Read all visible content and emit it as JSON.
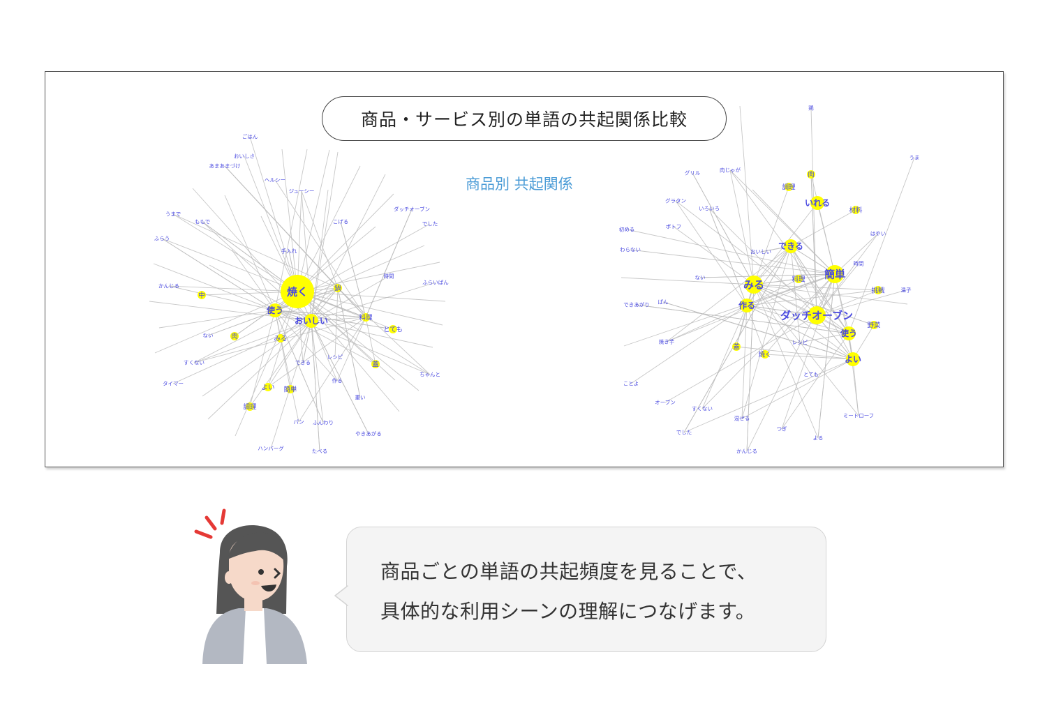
{
  "title": "商品・サービス別の単語の共起関係比較",
  "subtitle": "商品別 共起関係",
  "colors": {
    "node": "#ffff00",
    "label": "#4a4ae0",
    "edge": "#bdbdbd",
    "subtitle": "#4a9bd6"
  },
  "left_network": {
    "nodes": [
      {
        "id": "焼く",
        "size": 3
      },
      {
        "id": "おいしい",
        "size": 2
      },
      {
        "id": "使う",
        "size": 2
      },
      {
        "id": "鍋",
        "size": 1
      },
      {
        "id": "料理",
        "size": 1
      },
      {
        "id": "みる",
        "size": 1
      },
      {
        "id": "簡単",
        "size": 1
      },
      {
        "id": "肉",
        "size": 1
      },
      {
        "id": "蓋",
        "size": 1
      },
      {
        "id": "とても",
        "size": 1
      },
      {
        "id": "よい",
        "size": 1
      },
      {
        "id": "調理",
        "size": 1
      },
      {
        "id": "中",
        "size": 1
      },
      {
        "id": "できる",
        "size": 0
      },
      {
        "id": "作る",
        "size": 0
      },
      {
        "id": "レシピ",
        "size": 0
      },
      {
        "id": "ない",
        "size": 0
      },
      {
        "id": "時間",
        "size": 0
      },
      {
        "id": "手入れ",
        "size": 0
      },
      {
        "id": "重い",
        "size": 0
      },
      {
        "id": "ふんわり",
        "size": 0
      },
      {
        "id": "パン",
        "size": 0
      },
      {
        "id": "やきあがる",
        "size": 0
      },
      {
        "id": "ジューシー",
        "size": 0
      },
      {
        "id": "ダッチオーブン",
        "size": 0
      },
      {
        "id": "ちゃんと",
        "size": 0
      },
      {
        "id": "たべる",
        "size": 0
      },
      {
        "id": "ハンバーグ",
        "size": 0
      },
      {
        "id": "すくない",
        "size": 0
      },
      {
        "id": "タイマー",
        "size": 0
      },
      {
        "id": "かんじる",
        "size": 0
      },
      {
        "id": "ふらう",
        "size": 0
      },
      {
        "id": "うまで",
        "size": 0
      },
      {
        "id": "ももで",
        "size": 0
      },
      {
        "id": "あまあまづけ",
        "size": 0
      },
      {
        "id": "ヘルシー",
        "size": 0
      },
      {
        "id": "ごはん",
        "size": 0
      },
      {
        "id": "おいしさ",
        "size": 0
      },
      {
        "id": "こげる",
        "size": 0
      },
      {
        "id": "でした",
        "size": 0
      },
      {
        "id": "ふらいぱん",
        "size": 0
      }
    ]
  },
  "right_network": {
    "nodes": [
      {
        "id": "簡単",
        "size": 3
      },
      {
        "id": "みる",
        "size": 3
      },
      {
        "id": "ダッチオーブン",
        "size": 3
      },
      {
        "id": "作る",
        "size": 2
      },
      {
        "id": "できる",
        "size": 2
      },
      {
        "id": "使う",
        "size": 2
      },
      {
        "id": "よい",
        "size": 2
      },
      {
        "id": "いれる",
        "size": 2
      },
      {
        "id": "焼く",
        "size": 1
      },
      {
        "id": "挑戦",
        "size": 1
      },
      {
        "id": "野菜",
        "size": 1
      },
      {
        "id": "料理",
        "size": 1
      },
      {
        "id": "調理",
        "size": 1
      },
      {
        "id": "肉",
        "size": 1
      },
      {
        "id": "蓋",
        "size": 1
      },
      {
        "id": "材料",
        "size": 1
      },
      {
        "id": "レシピ",
        "size": 0
      },
      {
        "id": "とても",
        "size": 0
      },
      {
        "id": "ない",
        "size": 0
      },
      {
        "id": "おいしい",
        "size": 0
      },
      {
        "id": "いろいろ",
        "size": 0
      },
      {
        "id": "グラタン",
        "size": 0
      },
      {
        "id": "グリル",
        "size": 0
      },
      {
        "id": "肉じゃが",
        "size": 0
      },
      {
        "id": "ぱん",
        "size": 0
      },
      {
        "id": "焼き芋",
        "size": 0
      },
      {
        "id": "時間",
        "size": 0
      },
      {
        "id": "温子",
        "size": 0
      },
      {
        "id": "ミートローフ",
        "size": 0
      },
      {
        "id": "オーブン",
        "size": 0
      },
      {
        "id": "すくない",
        "size": 0
      },
      {
        "id": "混ぜる",
        "size": 0
      },
      {
        "id": "つぎ",
        "size": 0
      },
      {
        "id": "かんじる",
        "size": 0
      },
      {
        "id": "でした",
        "size": 0
      },
      {
        "id": "うま",
        "size": 0
      },
      {
        "id": "初める",
        "size": 0
      },
      {
        "id": "わらない",
        "size": 0
      },
      {
        "id": "できあがり",
        "size": 0
      },
      {
        "id": "ことよ",
        "size": 0
      },
      {
        "id": "ポトフ",
        "size": 0
      },
      {
        "id": "はやい",
        "size": 0
      },
      {
        "id": "鶏",
        "size": 0
      },
      {
        "id": "よる",
        "size": 0
      }
    ]
  },
  "bubble": {
    "line1": "商品ごとの単語の共起頻度を見ることで、",
    "line2": "具体的な利用シーンの理解につなげます。"
  }
}
